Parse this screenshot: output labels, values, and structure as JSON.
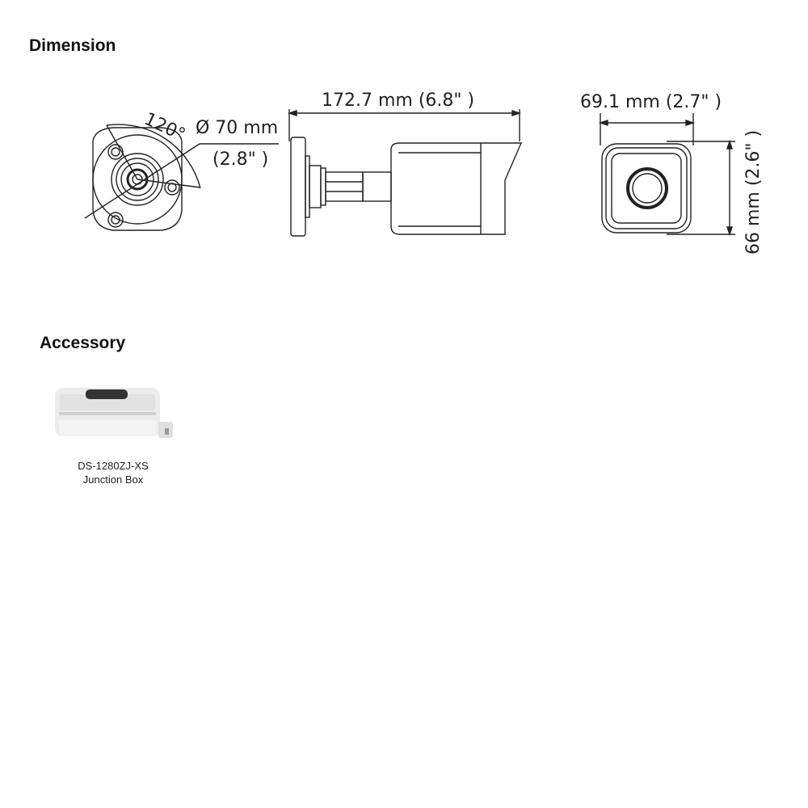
{
  "sections": {
    "dimension": {
      "title": "Dimension",
      "views": {
        "rear": {
          "angle": "120°",
          "diameter": "Ø 70 mm",
          "diameter_in": "(2.8\" )"
        },
        "side": {
          "length": "172.7 mm (6.8\" )"
        },
        "front": {
          "width": "69.1 mm (2.7\" )",
          "height": "66 mm (2.6\" )"
        }
      }
    },
    "accessory": {
      "title": "Accessory",
      "items": [
        {
          "model": "DS-1280ZJ-XS",
          "name": "Junction Box"
        }
      ]
    }
  }
}
